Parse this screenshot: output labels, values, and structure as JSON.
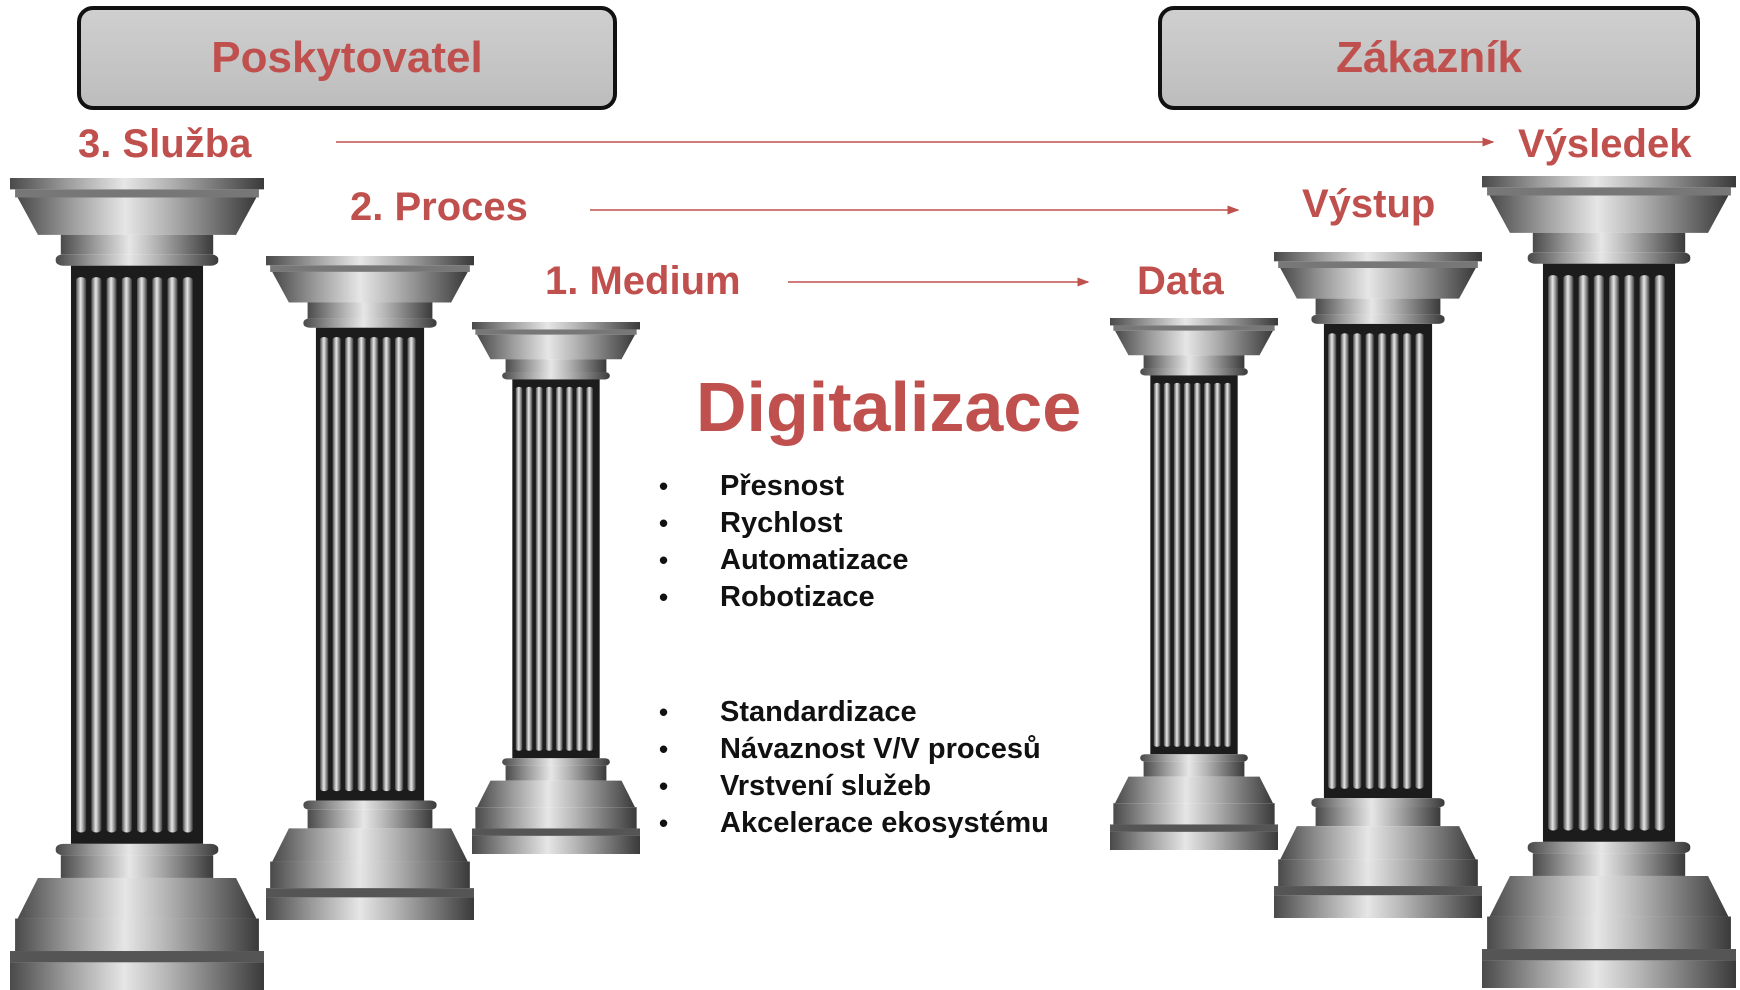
{
  "header": {
    "provider": "Poskytovatel",
    "customer": "Zákazník"
  },
  "levels": [
    {
      "left": "3. Služba",
      "right": "Výsledek"
    },
    {
      "left": "2. Proces",
      "right": "Výstup"
    },
    {
      "left": "1. Medium",
      "right": "Data"
    }
  ],
  "center": {
    "title": "Digitalizace",
    "group1": [
      "Přesnost",
      "Rychlost",
      "Automatizace",
      "Robotizace"
    ],
    "group2": [
      "Standardizace",
      "Návaznost V/V procesů",
      "Vrstvení služeb",
      "Akcelerace ekosystému"
    ]
  },
  "colors": {
    "accent": "#c0504d",
    "box_fill": "#c8c8c8",
    "text": "#111111"
  },
  "icons": [
    "pillar-icon"
  ]
}
